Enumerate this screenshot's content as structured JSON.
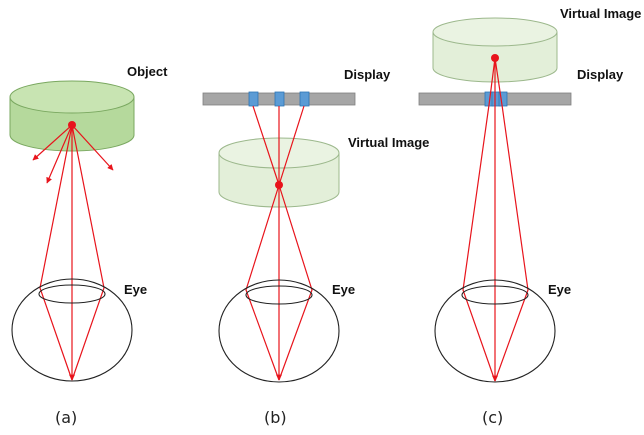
{
  "labels": {
    "object": "Object",
    "display_b": "Display",
    "display_c": "Display",
    "virtual_image_b": "Virtual Image",
    "virtual_image_c": "Virtual Image",
    "eye_a": "Eye",
    "eye_b": "Eye",
    "eye_c": "Eye"
  },
  "captions": {
    "a": "(a)",
    "b": "(b)",
    "c": "(c)"
  },
  "colors": {
    "ray": "#e8141c",
    "object_fill": "#b5d99c",
    "object_stroke": "#7aa860",
    "virtual_fill": "#e3efd9",
    "virtual_stroke": "#9cb88c",
    "display_bar": "#a6a6a6",
    "pixel": "#5b9bd5",
    "eye_stroke": "#222222"
  }
}
